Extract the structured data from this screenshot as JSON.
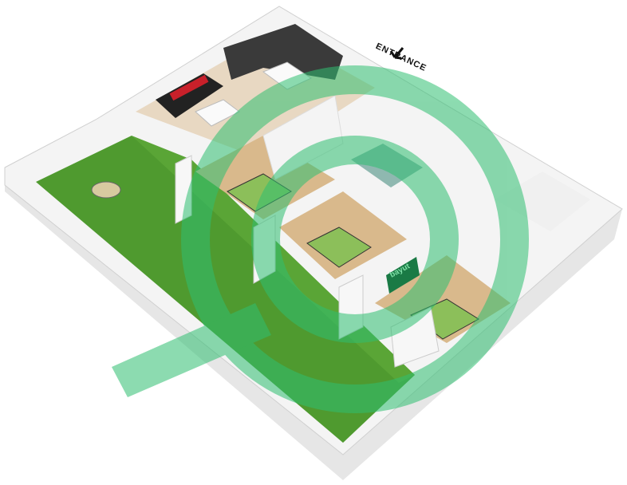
{
  "labels": {
    "entrance": "ENTRANCE",
    "tv_logo": "bayut"
  },
  "watermark": {
    "brand": "bayut",
    "color": "#2fbf71"
  },
  "colors": {
    "grass": "#4f9a2f",
    "wood_floor": "#d9b98c",
    "wall": "#f2f2f2",
    "accent_sofa": "#c8202a"
  }
}
